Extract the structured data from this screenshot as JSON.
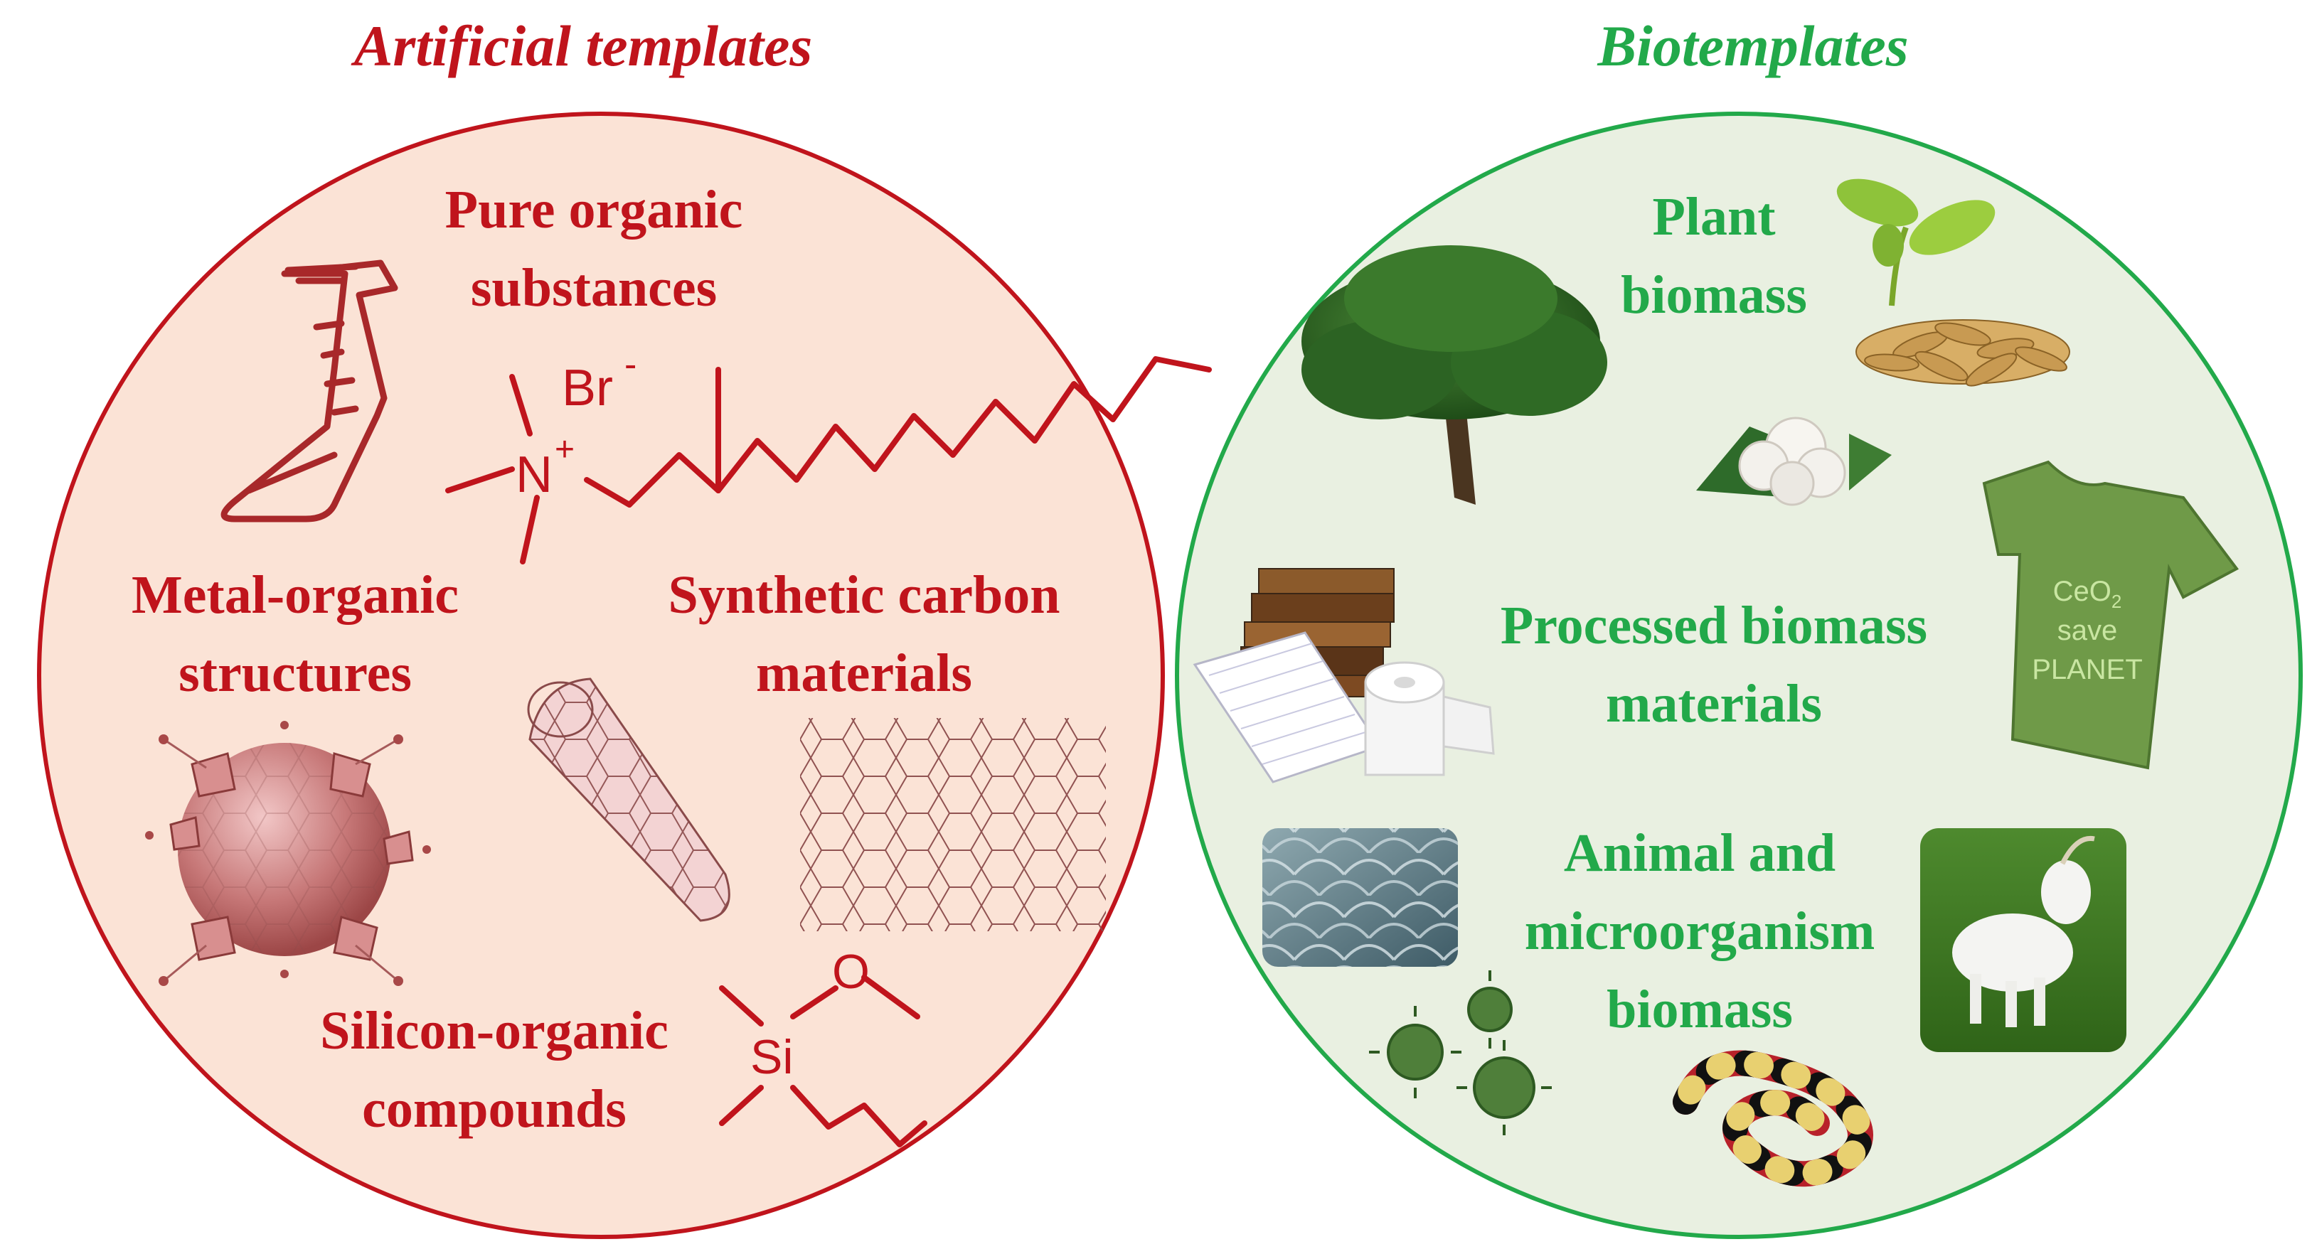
{
  "artificial": {
    "title": "Artificial templates",
    "color": "#C0141C",
    "fill": "#FBE3D6",
    "categories": {
      "pure_organic": [
        "Pure organic",
        "substances"
      ],
      "mof": [
        "Metal-organic",
        "structures"
      ],
      "carbon": [
        "Synthetic carbon",
        "materials"
      ],
      "silicon": [
        "Silicon-organic",
        "compounds"
      ]
    },
    "chem": {
      "bromide": "Br",
      "bromide_charge": "-",
      "nitrogen": "N",
      "nitrogen_charge": "+",
      "silicon": "Si",
      "oxygen": "O"
    }
  },
  "bio": {
    "title": "Biotemplates",
    "color": "#22A94A",
    "fill": "#E9F0E1",
    "categories": {
      "plant": [
        "Plant",
        "biomass"
      ],
      "processed": [
        "Processed biomass",
        "materials"
      ],
      "animal": [
        "Animal and",
        "microorganism",
        "biomass"
      ]
    },
    "shirt_text": {
      "line1": "CeO",
      "line1_sub": "2",
      "line2": "save",
      "line3": "PLANET"
    }
  },
  "icons": [
    "flask-icon",
    "surfactant-molecule-icon",
    "mof-sphere-icon",
    "nanotube-icon",
    "graphene-icon",
    "siloxane-molecule-icon",
    "tree-icon",
    "sprout-icon",
    "rice-grains-icon",
    "cotton-icon",
    "tshirt-icon",
    "books-icon",
    "paper-icon",
    "toilet-roll-icon",
    "fish-scales-icon",
    "goat-icon",
    "virus-icon",
    "snake-icon"
  ]
}
